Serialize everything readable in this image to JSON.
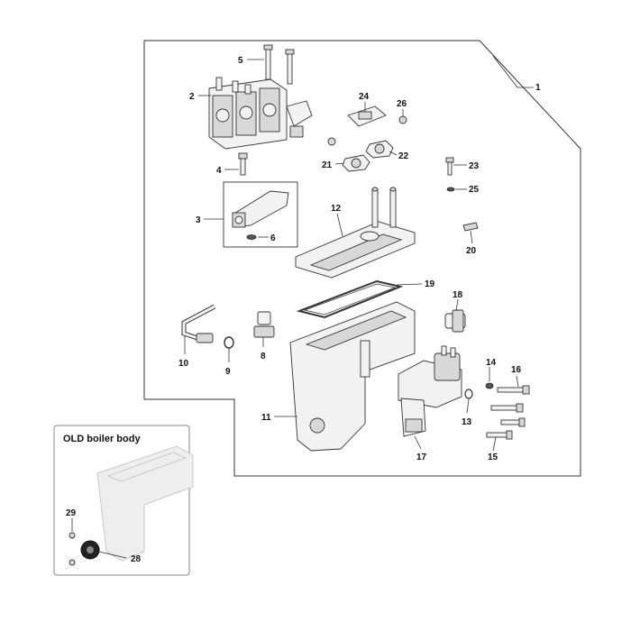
{
  "inset": {
    "title": "OLD boiler body"
  },
  "callouts": [
    {
      "id": "1",
      "text": "1"
    },
    {
      "id": "2",
      "text": "2"
    },
    {
      "id": "3",
      "text": "3"
    },
    {
      "id": "4",
      "text": "4"
    },
    {
      "id": "5",
      "text": "5"
    },
    {
      "id": "6",
      "text": "6"
    },
    {
      "id": "8",
      "text": "8"
    },
    {
      "id": "9",
      "text": "9"
    },
    {
      "id": "10",
      "text": "10"
    },
    {
      "id": "11",
      "text": "11"
    },
    {
      "id": "12",
      "text": "12"
    },
    {
      "id": "13",
      "text": "13"
    },
    {
      "id": "14",
      "text": "14"
    },
    {
      "id": "15",
      "text": "15"
    },
    {
      "id": "16",
      "text": "16"
    },
    {
      "id": "17",
      "text": "17"
    },
    {
      "id": "18",
      "text": "18"
    },
    {
      "id": "19",
      "text": "19"
    },
    {
      "id": "20",
      "text": "20"
    },
    {
      "id": "21",
      "text": "21"
    },
    {
      "id": "22",
      "text": "22"
    },
    {
      "id": "23",
      "text": "23"
    },
    {
      "id": "24",
      "text": "24"
    },
    {
      "id": "25",
      "text": "25"
    },
    {
      "id": "26",
      "text": "26"
    },
    {
      "id": "28",
      "text": "28"
    },
    {
      "id": "29",
      "text": "29"
    }
  ]
}
